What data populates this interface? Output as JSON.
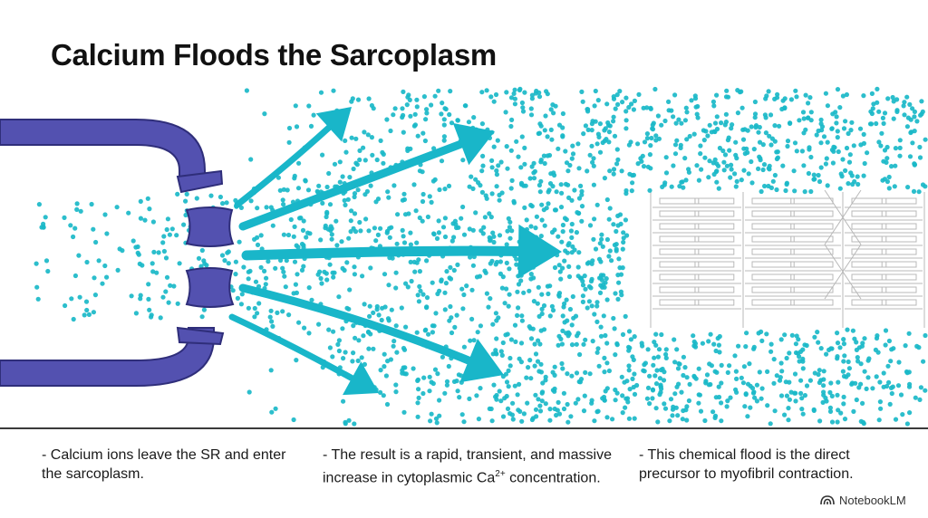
{
  "title": "Calcium Floods the Sarcoplasm",
  "colors": {
    "channel": "#5351b0",
    "channel_outline": "#2f2e7a",
    "ion": "#1ab8c8",
    "arrow": "#19b6c9",
    "myofibril": "#b8b8b8"
  },
  "captions": [
    {
      "text": "- Calcium ions leave the SR and enter the sarcoplasm."
    },
    {
      "text_main": "- The result is a rapid, transient, and massive increase in cytoplasmic Ca",
      "superscript": "2+",
      "text_end": " concentration."
    },
    {
      "text": "- This chemical flood is the direct precursor to myofibril contraction."
    }
  ],
  "brand": {
    "label": "NotebookLM",
    "icon": "notebooklm-logo-icon"
  }
}
